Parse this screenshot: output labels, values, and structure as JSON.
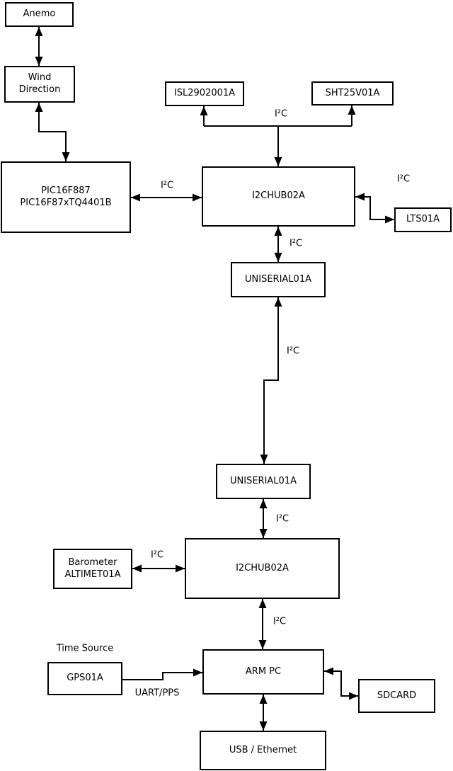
{
  "diagram": {
    "colors": {
      "background": "#ffffff",
      "line": "#000000",
      "box_fill": "#ffffff",
      "text": "#000000"
    },
    "boxes": {
      "anemo": {
        "label": "Anemo"
      },
      "wind_direction": {
        "label": "Wind\nDirection"
      },
      "pic": {
        "label": "PIC16F887\nPIC16F87xTQ4401B"
      },
      "isl": {
        "label": "ISL2902001A"
      },
      "sht": {
        "label": "SHT25V01A"
      },
      "i2chub_top": {
        "label": "I2CHUB02A"
      },
      "lts": {
        "label": "LTS01A"
      },
      "uniserial_top": {
        "label": "UNISERIAL01A"
      },
      "uniserial_bottom": {
        "label": "UNISERIAL01A"
      },
      "barometer": {
        "label": "Barometer\nALTIMET01A"
      },
      "i2chub_bottom": {
        "label": "I2CHUB02A"
      },
      "gps": {
        "label": "GPS01A"
      },
      "arm_pc": {
        "label": "ARM PC"
      },
      "sdcard": {
        "label": "SDCARD"
      },
      "usb_ethernet": {
        "label": "USB / Ethernet"
      }
    },
    "connection_labels": {
      "i2c_sensor_branch": "I²C",
      "i2c_pic_hub": "I²C",
      "i2c_lts": "I²C",
      "i2c_hub_uniserial": "I²C",
      "i2c_uniserial_link": "I²C",
      "i2c_uniserial_hub2": "I²C",
      "i2c_barometer": "I²C",
      "i2c_hub2_armpc": "I²C",
      "time_source": "Time Source",
      "uart_pps": "UART/PPS"
    }
  }
}
